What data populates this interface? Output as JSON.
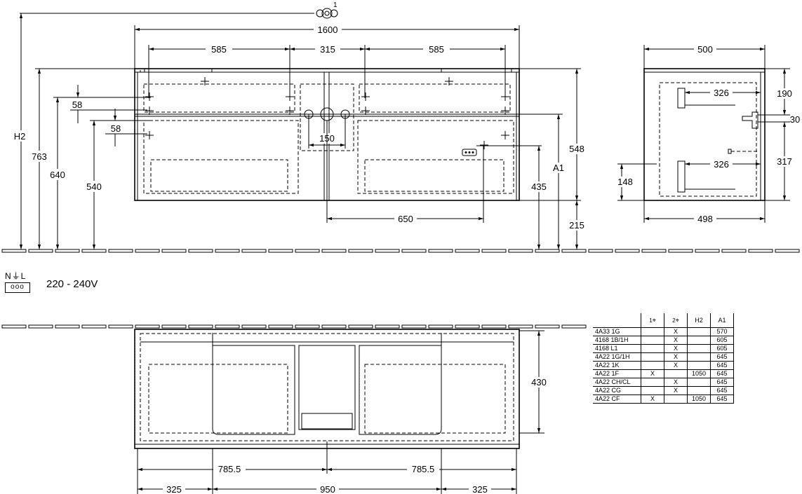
{
  "front_view": {
    "overall_width": "1600",
    "drawer_widths": [
      "585",
      "315",
      "585"
    ],
    "heights_left": [
      "H2",
      "763",
      "640",
      "540"
    ],
    "small_dims": [
      "58",
      "58"
    ],
    "tap_spacing": "150",
    "cable_offset": "650",
    "heights_right": [
      "548",
      "A1",
      "435",
      "215"
    ],
    "callout": "1"
  },
  "side_view": {
    "depth_top": "500",
    "depth_bottom": "498",
    "drawer_depth_top": "326",
    "drawer_depth_bottom": "326",
    "heights": [
      "190",
      "30",
      "317"
    ],
    "siphon_height": "148"
  },
  "electrical": {
    "symbol_label": "N⏚L",
    "socket": "ooo",
    "voltage": "220 - 240V"
  },
  "top_view": {
    "depth": "430",
    "halves": [
      "785.5",
      "785.5"
    ],
    "segments": [
      "325",
      "950",
      "325"
    ]
  },
  "reference_table": {
    "headers": [
      "",
      "1",
      "2",
      "H2",
      "A1"
    ],
    "rows": [
      [
        "4A33 1G",
        "",
        "X",
        "",
        "570"
      ],
      [
        "4168 1B/1H",
        "",
        "X",
        "",
        "605"
      ],
      [
        "4168 L1",
        "",
        "X",
        "",
        "605"
      ],
      [
        "4A22 1G/1H",
        "",
        "X",
        "",
        "645"
      ],
      [
        "4A22 1K",
        "",
        "X",
        "",
        "645"
      ],
      [
        "4A22 1F",
        "X",
        "",
        "1050",
        "645"
      ],
      [
        "4A22 CH/CL",
        "",
        "X",
        "",
        "645"
      ],
      [
        "4A22 CG",
        "",
        "X",
        "",
        "645"
      ],
      [
        "4A22 CF",
        "X",
        "",
        "1050",
        "645"
      ]
    ]
  }
}
